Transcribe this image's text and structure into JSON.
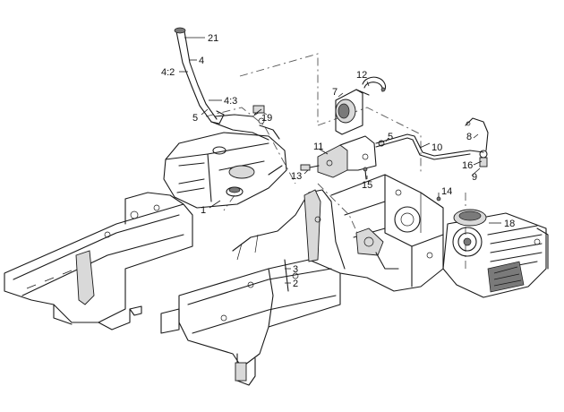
{
  "diagram": {
    "callouts": [
      {
        "id": "c21",
        "text": "21"
      },
      {
        "id": "c4",
        "text": "4"
      },
      {
        "id": "c42",
        "text": "4:2"
      },
      {
        "id": "c43",
        "text": "4:3"
      },
      {
        "id": "c5a",
        "text": "5"
      },
      {
        "id": "c19",
        "text": "19"
      },
      {
        "id": "c1",
        "text": "1"
      },
      {
        "id": "c12",
        "text": "12"
      },
      {
        "id": "c7",
        "text": "7"
      },
      {
        "id": "c11",
        "text": "11"
      },
      {
        "id": "c13",
        "text": "13"
      },
      {
        "id": "c5b",
        "text": "5"
      },
      {
        "id": "c15",
        "text": "15"
      },
      {
        "id": "c10",
        "text": "10"
      },
      {
        "id": "c8",
        "text": "8"
      },
      {
        "id": "c16",
        "text": "16"
      },
      {
        "id": "c9",
        "text": "9"
      },
      {
        "id": "c14",
        "text": "14"
      },
      {
        "id": "c18",
        "text": "18"
      },
      {
        "id": "c3",
        "text": "3"
      },
      {
        "id": "c2",
        "text": "2"
      }
    ]
  }
}
